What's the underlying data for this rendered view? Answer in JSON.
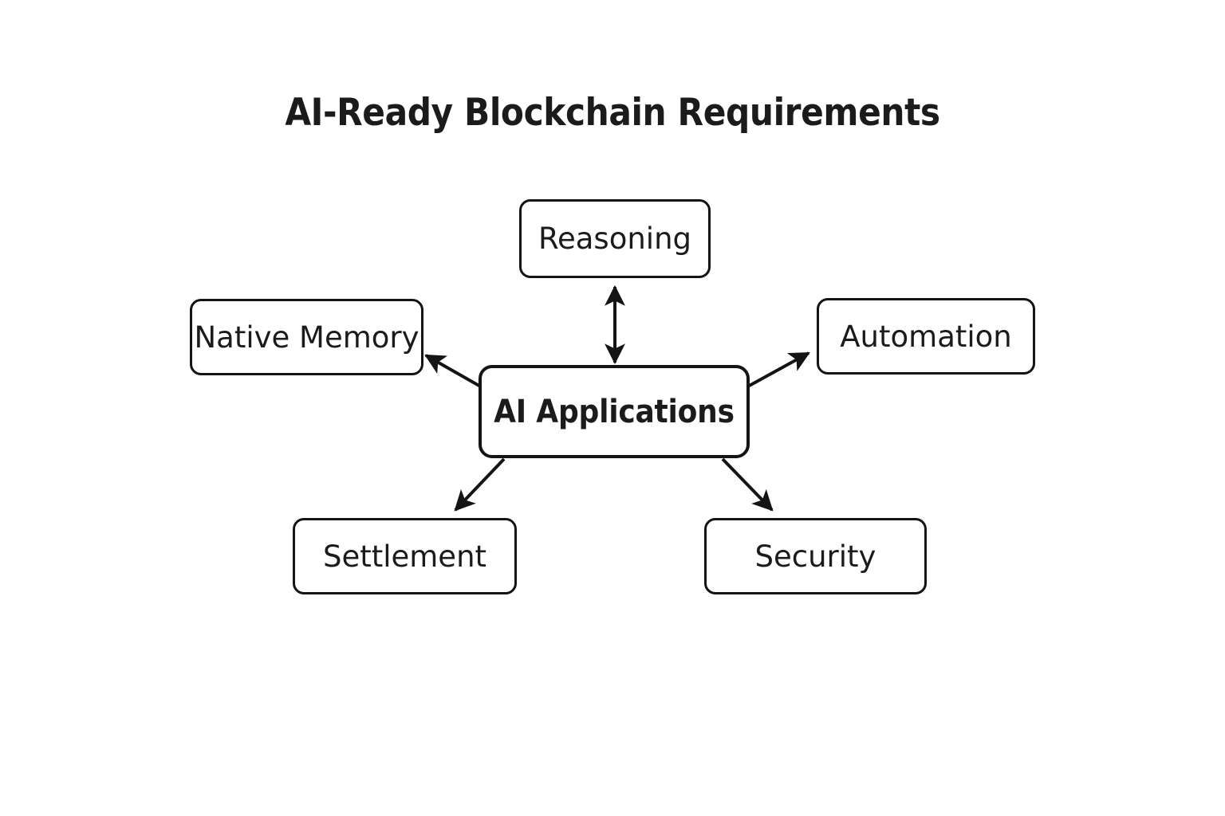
{
  "diagram": {
    "title": "AI-Ready Blockchain Requirements",
    "type": "hub-and-spoke",
    "background_color": "#ffffff",
    "stroke_color": "#141414",
    "text_color": "#1b1b1b",
    "center": {
      "id": "ai-applications",
      "label": "AI Applications"
    },
    "nodes": [
      {
        "id": "reasoning",
        "label": "Reasoning"
      },
      {
        "id": "native-memory",
        "label": "Native Memory"
      },
      {
        "id": "automation",
        "label": "Automation"
      },
      {
        "id": "settlement",
        "label": "Settlement"
      },
      {
        "id": "security",
        "label": "Security"
      }
    ],
    "edges": [
      {
        "from": "ai-applications",
        "to": "reasoning",
        "arrow": "bidirectional",
        "direction": "up"
      },
      {
        "from": "ai-applications",
        "to": "native-memory",
        "arrow": "single",
        "direction": "up-left"
      },
      {
        "from": "ai-applications",
        "to": "automation",
        "arrow": "single",
        "direction": "up-right"
      },
      {
        "from": "ai-applications",
        "to": "settlement",
        "arrow": "single",
        "direction": "down-left"
      },
      {
        "from": "ai-applications",
        "to": "security",
        "arrow": "single",
        "direction": "down-right"
      }
    ]
  }
}
